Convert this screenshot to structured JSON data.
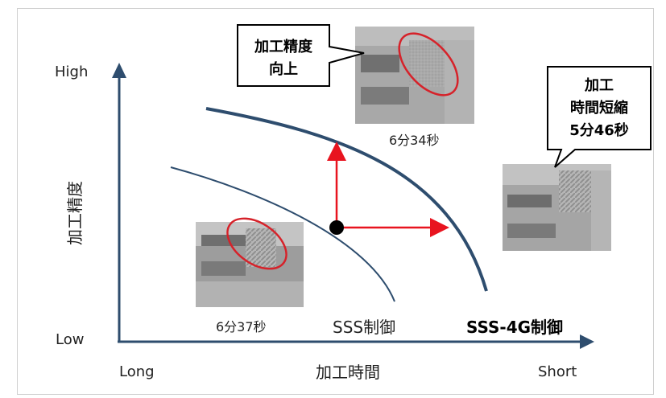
{
  "axes": {
    "y_label": "加工精度",
    "y_high": "High",
    "y_low": "Low",
    "x_label": "加工時間",
    "x_long": "Long",
    "x_short": "Short"
  },
  "curves": {
    "sss": {
      "label": "SSS制御"
    },
    "sss4g": {
      "label": "SSS-4G制御"
    }
  },
  "photos": {
    "left": {
      "caption": "6分37秒"
    },
    "top": {
      "caption": "6分34秒"
    },
    "right": {
      "caption": ""
    }
  },
  "callouts": {
    "accuracy": {
      "line1": "加工精度",
      "line2": "向上"
    },
    "time": {
      "line1": "加工",
      "line2": "時間短縮",
      "line3": "5分46秒"
    }
  },
  "colors": {
    "axis": "#2e4d6e",
    "curve": "#2e4d6e",
    "arrow": "#e8141f",
    "highlight_ellipse": "#d6222a",
    "point": "#000000"
  }
}
